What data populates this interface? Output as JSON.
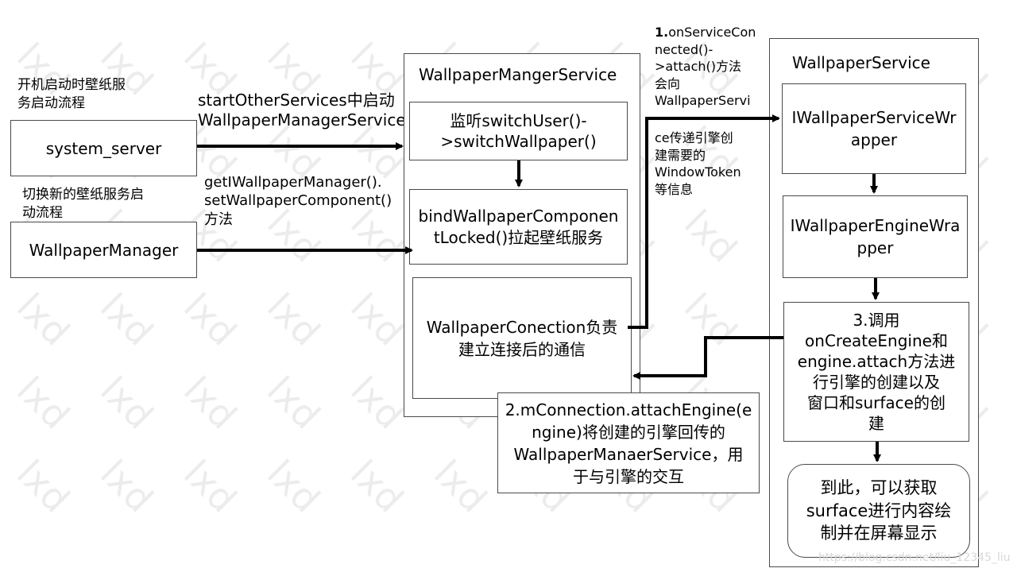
{
  "watermark": "lxd",
  "footer_url": "https://blog.csdn.net/liu_12345_liu",
  "notes": {
    "boot_flow": "开机启动时壁纸服\n务启动流程",
    "switch_flow": "切换新的壁纸服务启\n动流程",
    "start_other": "startOtherServices中启动\nWallpaperManagerService",
    "get_manager": "getIWallpaperManager().\nsetWallpaperComponent()\n方法",
    "step1_prefix": "1.",
    "step1_part1": "onServiceCon\nnected()-\n>attach()方法\n会向\nWallpaperServi",
    "step1_part2": "ce传递引擎创\n建需要的\nWindowToken\n等信息"
  },
  "left": {
    "system_server": "system_server",
    "wallpaper_manager": "WallpaperManager"
  },
  "wms": {
    "title": "WallpaperMangerService",
    "listen": "监听switchUser()-\n>switchWallpaper()",
    "bind": "bindWallpaperComponen\ntLocked()拉起壁纸服务",
    "connection": "WallpaperConection负责\n建立连接后的通信",
    "step2": "2.mConnection.attachEngine(e\nngine)将创建的引擎回传的\nWallpaperManaerService，用\n于与引擎的交互"
  },
  "ws": {
    "title": "WallpaperService",
    "wrapper": "IWallpaperServiceWr\napper",
    "engine_wrapper": "IWallpaperEngineWra\npper",
    "step3": "3.调用\nonCreateEngine和\nengine.attach方法进\n行引擎的创建以及\n窗口和surface的创\n建",
    "final": "到此，可以获取\nsurface进行内容绘\n制并在屏幕显示"
  }
}
